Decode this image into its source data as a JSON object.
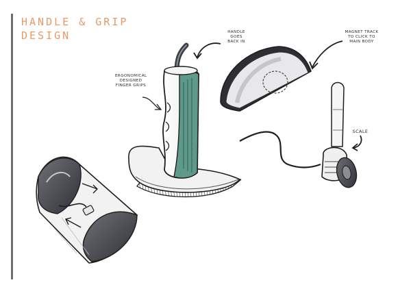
{
  "page": {
    "title_line1": "HANDLE & GRIP",
    "title_line2": "DESIGN"
  },
  "annotations": {
    "grip_note": "ERGONOMICAL\nDESIGNED\nFINGER GRIPS",
    "cable_note": "HANDLE GOES\nBACK IN",
    "magnet_note": "MAGNET TRACK\nTO CLICK TO\nMAIN BODY",
    "scale_note": "SCALE"
  },
  "colors": {
    "accent": "#e69a67",
    "grip_green": "#5e9a89",
    "ink": "#1e1e1e",
    "rule": "#6d6d6d"
  }
}
